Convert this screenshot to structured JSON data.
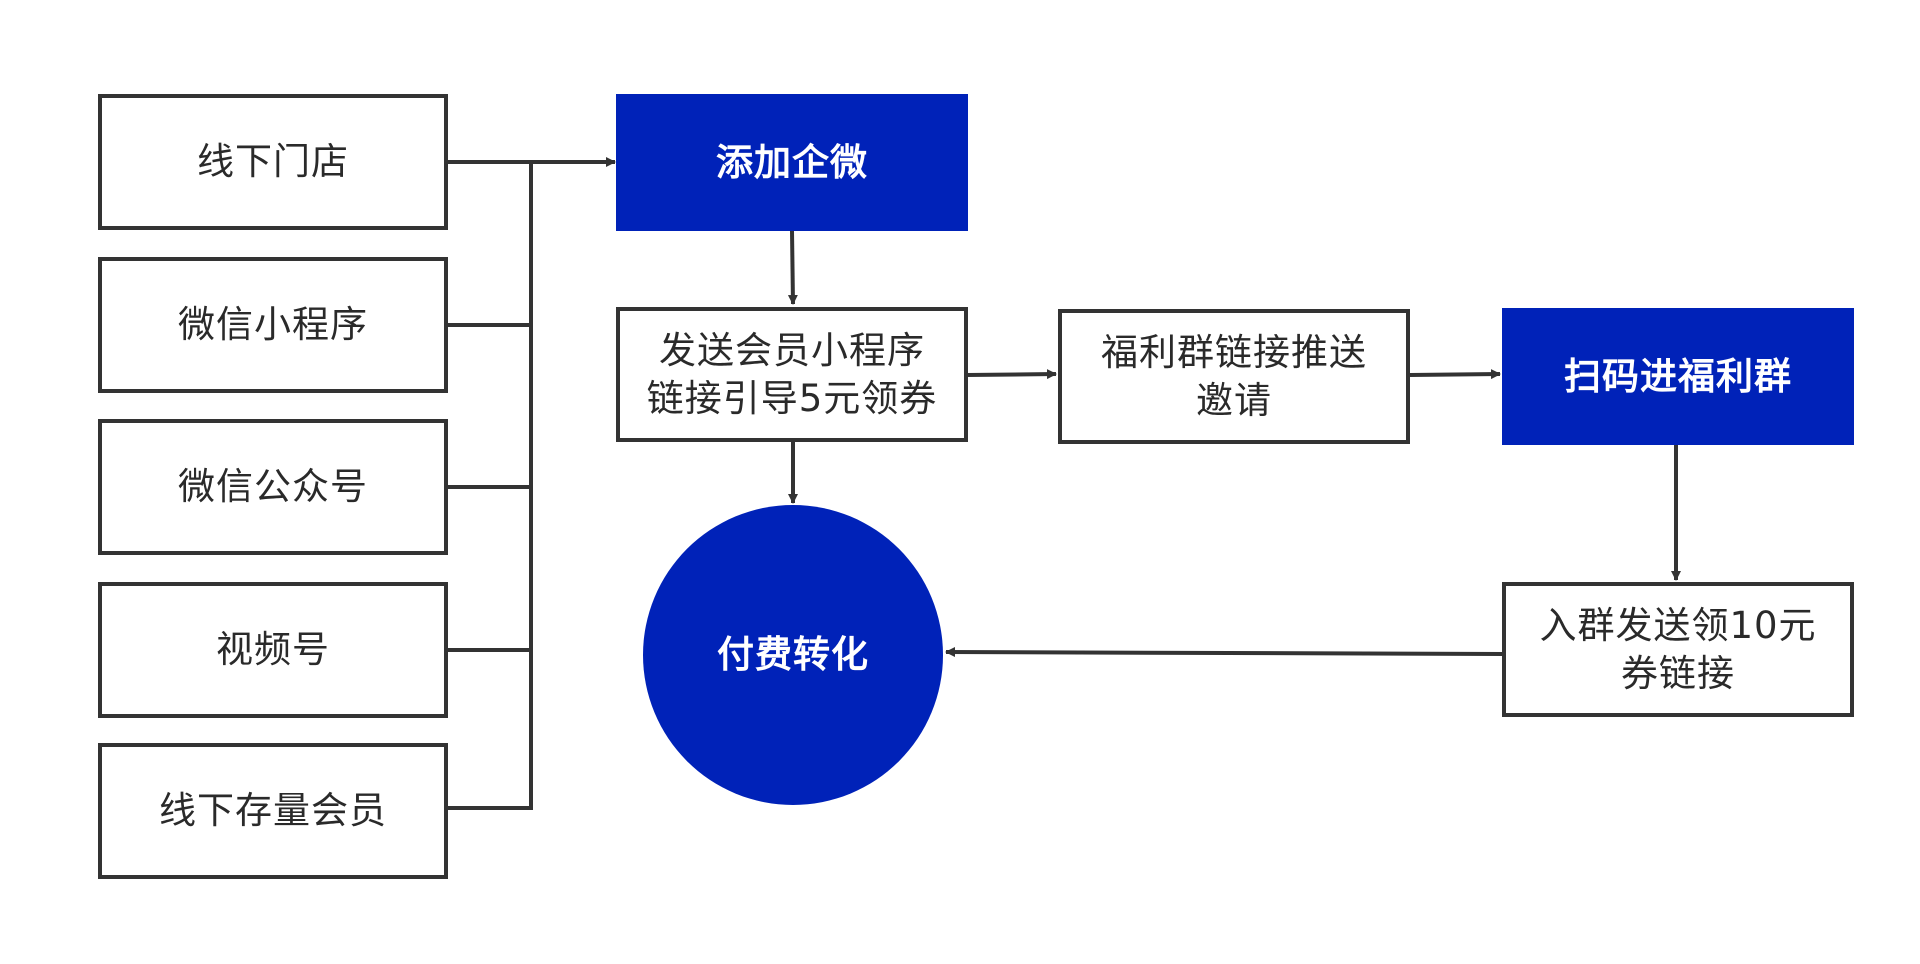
{
  "colors": {
    "primary_fill": "#0022b8",
    "line": "#333333",
    "text_dark": "#2a2a2a",
    "text_light": "#ffffff"
  },
  "sources": {
    "offline_store": "线下门店",
    "wechat_mini_program": "微信小程序",
    "wechat_official_account": "微信公众号",
    "video_channel": "视频号",
    "offline_existing_members": "线下存量会员"
  },
  "steps": {
    "add_wecom": "添加企微",
    "send_member_mini_program": "发送会员小程序\n链接引导5元领券",
    "push_group_link": "福利群链接推送\n邀请",
    "scan_join_group": "扫码进福利群",
    "join_group_coupon_link": "入群发送领10元\n券链接",
    "paid_conversion": "付费转化"
  }
}
